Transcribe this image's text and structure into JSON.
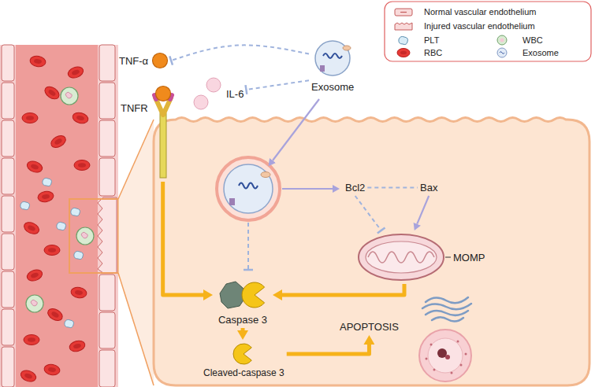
{
  "diagram": {
    "nodes": [
      {
        "text": [
          "TNF-α"
        ]
      },
      {
        "text": [
          "IL-6"
        ]
      },
      {
        "text": [
          "Exosome"
        ]
      },
      {
        "text": [
          "TNFR"
        ]
      },
      {
        "text": [
          "Bcl2"
        ]
      },
      {
        "text": [
          "Bax"
        ]
      },
      {
        "text": [
          "MOMP"
        ]
      },
      {
        "text": [
          "Caspase 3"
        ]
      },
      {
        "text": [
          "Cleaved-caspase 3"
        ]
      },
      {
        "text": [
          "APOPTOSIS"
        ]
      }
    ],
    "edges": [
      {
        "from": 2,
        "to": 0,
        "arrow": "to"
      },
      {
        "from": 2,
        "to": 1,
        "arrow": "to"
      },
      {
        "from": 3,
        "to": 7,
        "arrow": "to"
      },
      {
        "from": 4,
        "to": 5,
        "arrow": "none"
      },
      {
        "from": 5,
        "to": 6,
        "arrow": "to"
      },
      {
        "from": 4,
        "to": 6,
        "arrow": "to"
      },
      {
        "from": 6,
        "to": 7,
        "arrow": "to"
      },
      {
        "from": 7,
        "to": 8,
        "arrow": "to"
      },
      {
        "from": 8,
        "to": 9,
        "arrow": "to"
      }
    ],
    "legend": [
      {
        "text": "Normal vascular endothelium"
      },
      {
        "text": "Injured vascular endothelium"
      },
      {
        "text": "PLT"
      },
      {
        "text": "WBC"
      },
      {
        "text": "RBC"
      },
      {
        "text": "Exosome"
      }
    ]
  }
}
